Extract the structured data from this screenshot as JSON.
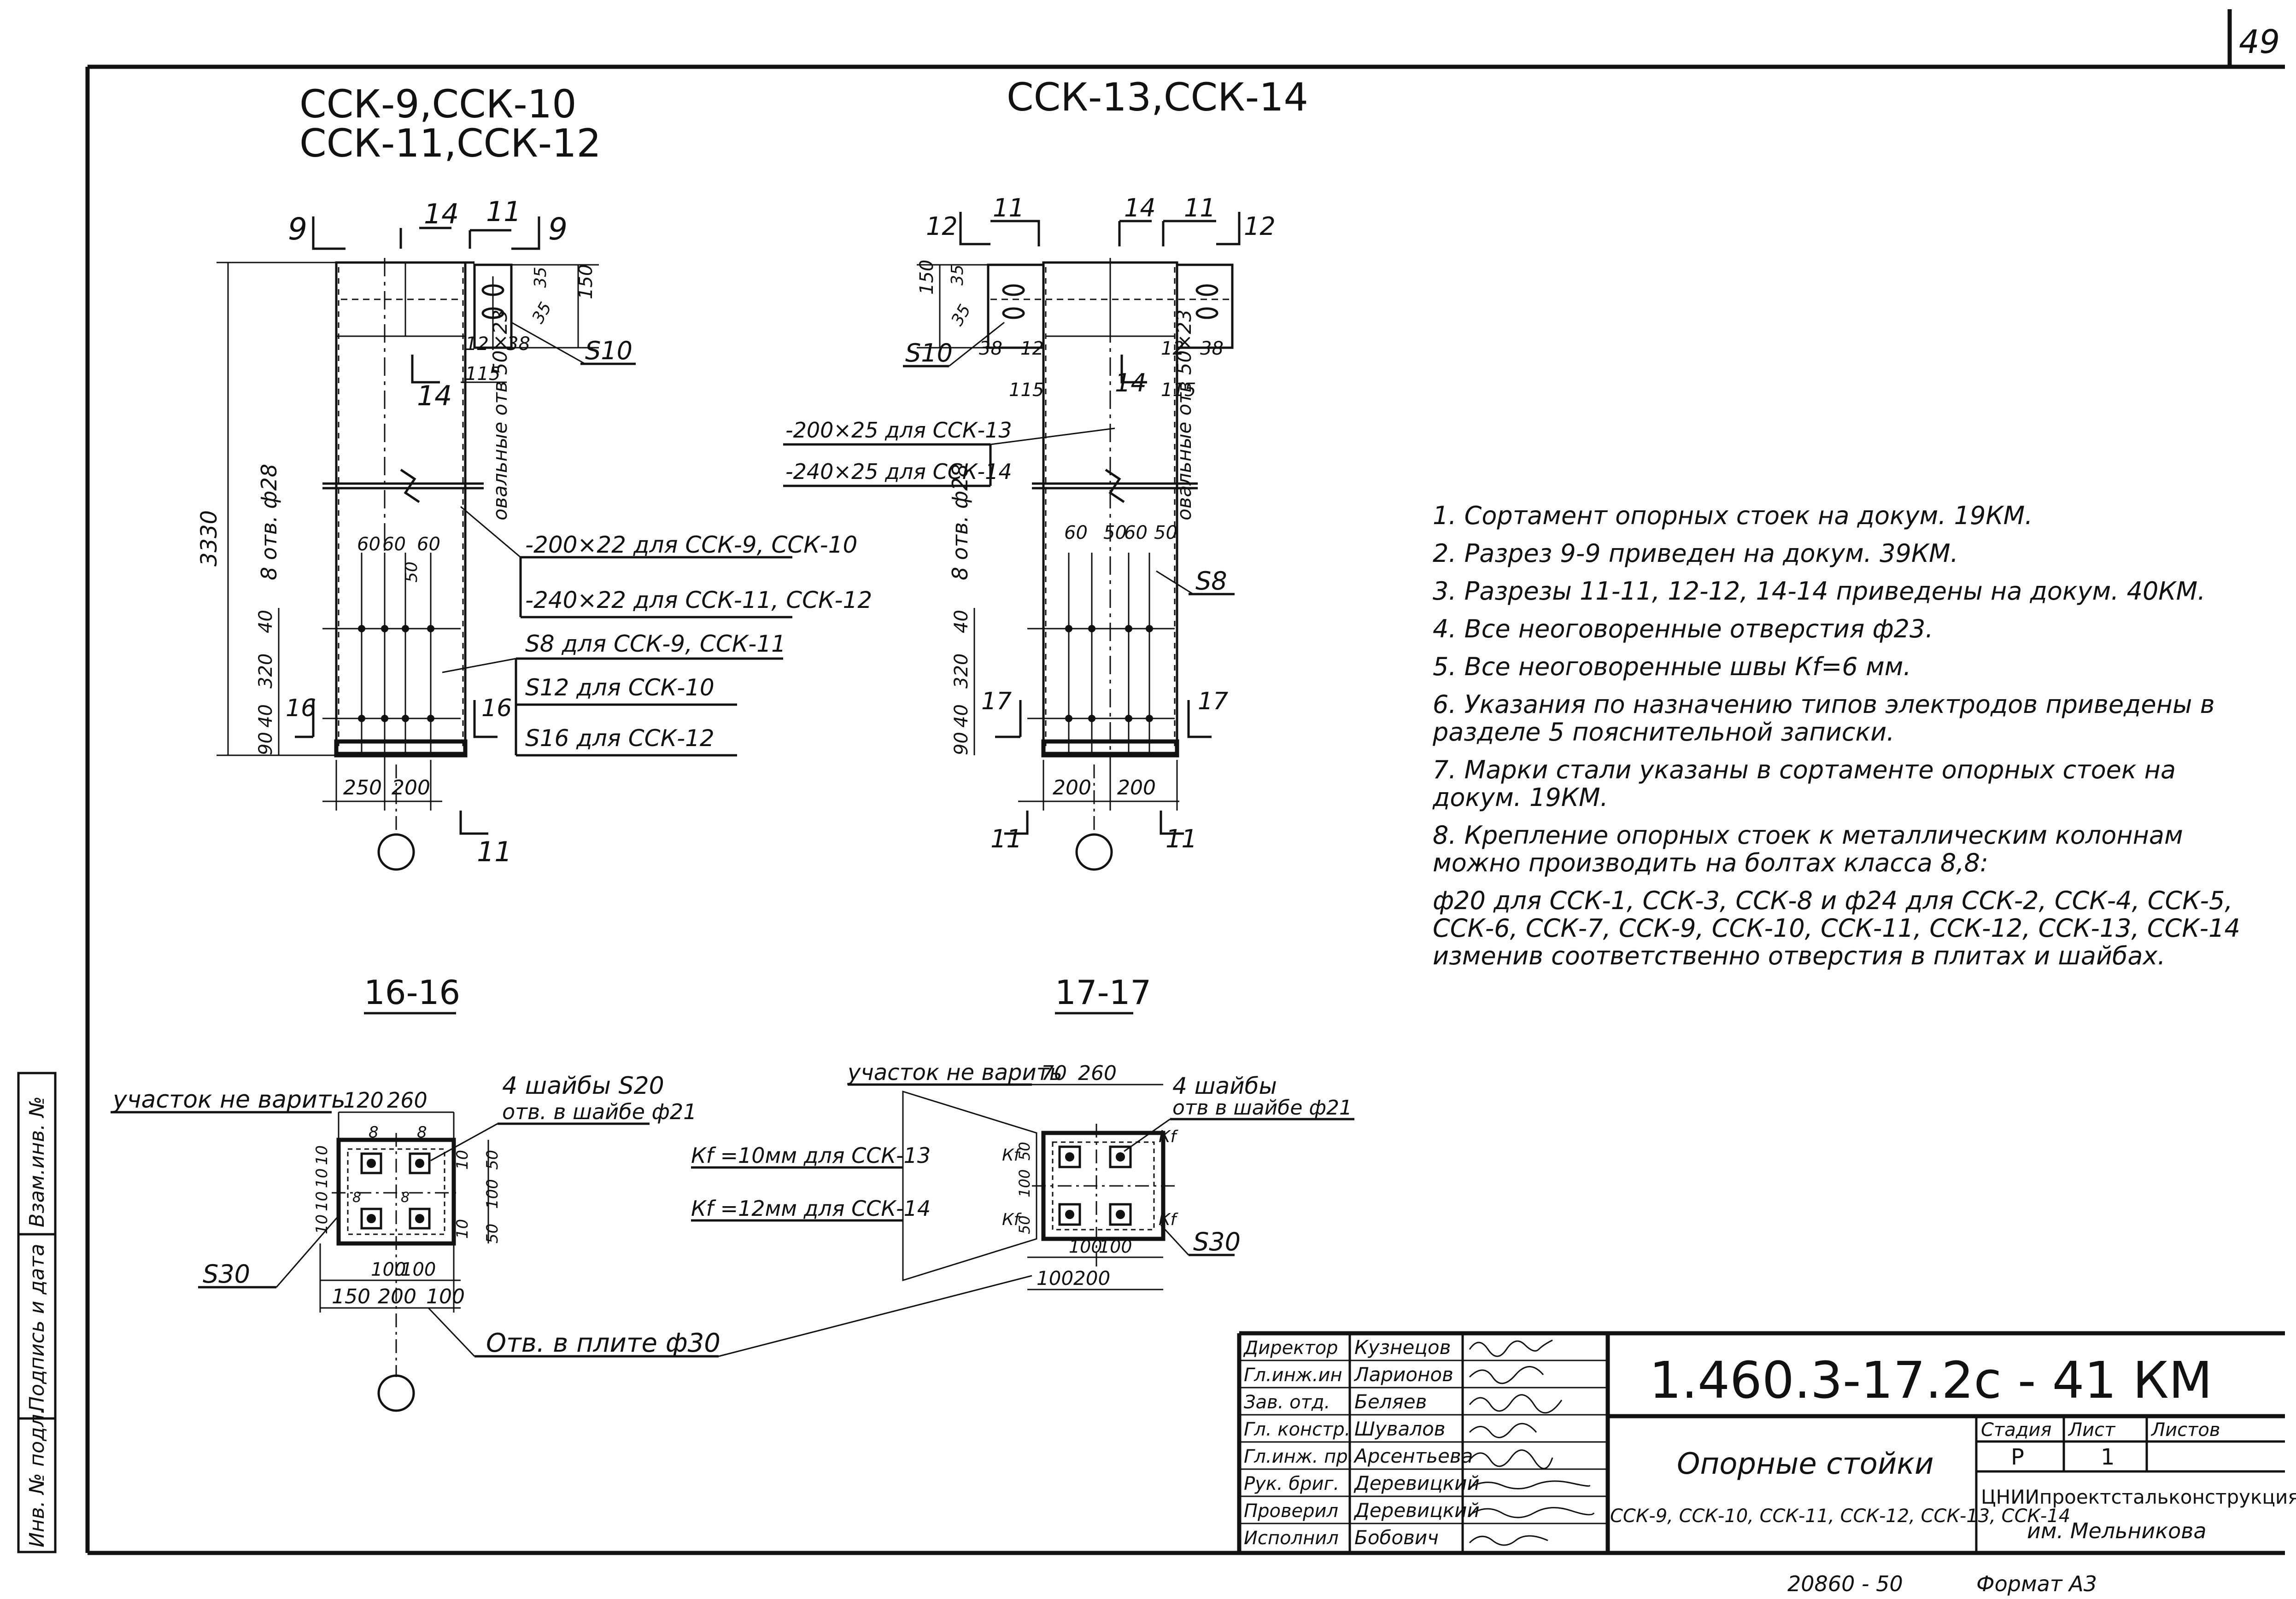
{
  "sheet": {
    "page_number": "49",
    "side_stamp": [
      "Инв. № подл.",
      "Подпись и дата",
      "Взам.инв. №"
    ]
  },
  "views": {
    "left_title_1": "ССК-9,ССК-10",
    "left_title_2": "ССК-11,ССК-12",
    "right_title": "ССК-13,ССК-14",
    "section_16": "16-16",
    "section_17": "17-17"
  },
  "left_elevation": {
    "cut_marks": [
      "9",
      "14",
      "11",
      "9",
      "14",
      "16",
      "16",
      "11"
    ],
    "dims": [
      "35",
      "150",
      "35",
      "12",
      "38",
      "115",
      "3330",
      "60",
      "60",
      "60",
      "50",
      "40",
      "320",
      "40",
      "90",
      "250",
      "200"
    ],
    "labels": {
      "s10": "S10",
      "holes": "8 отв. ф28",
      "oval": "овальные отв 50×23",
      "plate1": "-200×22 для ССК-9, ССК-10",
      "plate2": "-240×22 для ССК-11, ССК-12",
      "s8": "S8 для ССК-9, ССК-11",
      "s12": "S12 для ССК-10",
      "s16": "S16 для ССК-12"
    }
  },
  "right_elevation": {
    "cut_marks": [
      "12",
      "11",
      "14",
      "11",
      "12",
      "14",
      "17",
      "17",
      "11",
      "11"
    ],
    "dims": [
      "150",
      "35",
      "35",
      "38",
      "12",
      "12",
      "38",
      "115",
      "115",
      "60",
      "50",
      "60",
      "50",
      "40",
      "320",
      "40",
      "90",
      "200",
      "200"
    ],
    "labels": {
      "s10": "S10",
      "plate1": "-200×25 для ССК-13",
      "plate2": "-240×25 для ССК-14",
      "holes": "8 отв. ф28",
      "oval": "овальные отв 50×23",
      "s8": "S8"
    }
  },
  "section16": {
    "no_weld": "участок не варить",
    "dim_top": [
      "120",
      "260"
    ],
    "washers": "4 шайбы S20",
    "washer_holes": "отв. в шайбе ф21",
    "s30": "S30",
    "dims_small": [
      "8",
      "8",
      "10",
      "10",
      "10",
      "10",
      "8",
      "8",
      "10",
      "10",
      "50",
      "100",
      "50"
    ],
    "dims_bottom": [
      "100",
      "100",
      "150",
      "200",
      "100"
    ],
    "plate_holes": "Отв. в плите ф30"
  },
  "section17": {
    "no_weld": "участок не варить",
    "dim_top": [
      "70",
      "260"
    ],
    "washers": "4 шайбы",
    "washer_holes": "отв в шайбе ф21",
    "weld1": "Кf =10мм для ССК-13",
    "weld2": "Кf =12мм для ССК-14",
    "kf": "Кf",
    "s30": "S30",
    "dims_small": [
      "50",
      "100",
      "50",
      "50",
      "100"
    ],
    "dims_bottom": [
      "100",
      "100",
      "100",
      "200"
    ]
  },
  "notes": [
    "1. Сортамент опорных стоек на докум. 19КМ.",
    "2. Разрез 9-9 приведен на докум. 39КМ.",
    "3. Разрезы 11-11, 12-12, 14-14 приведены на докум. 40КМ.",
    "4. Все неоговоренные отверстия ф23.",
    "5. Все неоговоренные швы Кf=6 мм.",
    "6. Указания по назначению типов электродов приведены в разделе 5 пояснительной записки.",
    "7. Марки стали указаны в сортаменте опорных стоек на докум. 19КМ.",
    "8. Крепление опорных стоек к металлическим колоннам можно производить на болтах класса 8,8:",
    "ф20 для ССК-1, ССК-3, ССК-8 и ф24 для ССК-2, ССК-4, ССК-5, ССК-6, ССК-7, ССК-9, ССК-10, ССК-11, ССК-12, ССК-13, ССК-14 изменив соответственно отверстия в плитах и шайбах."
  ],
  "title_block": {
    "roles": [
      "Директор",
      "Гл.инж.ин",
      "Зав. отд.",
      "Гл. констр.",
      "Гл.инж. пр.",
      "Рук. бриг.",
      "Проверил",
      "Исполнил"
    ],
    "names": [
      "Кузнецов",
      "Ларионов",
      "Беляев",
      "Шувалов",
      "Арсентьева",
      "Деревицкий",
      "Деревицкий",
      "Бобович"
    ],
    "doc_code": "1.460.3-17.2с - 41 КМ",
    "title": "Опорные стойки",
    "subtitle": "ССК-9, ССК-10, ССК-11, ССК-12, ССК-13, ССК-14",
    "stage_label": "Стадия",
    "sheet_label": "Лист",
    "sheets_label": "Листов",
    "stage": "Р",
    "sheet": "1",
    "org": "ЦНИИпроектстальконструкция",
    "org2": "им. Мельникова",
    "footer_code": "20860 - 50",
    "format": "Формат А3"
  }
}
